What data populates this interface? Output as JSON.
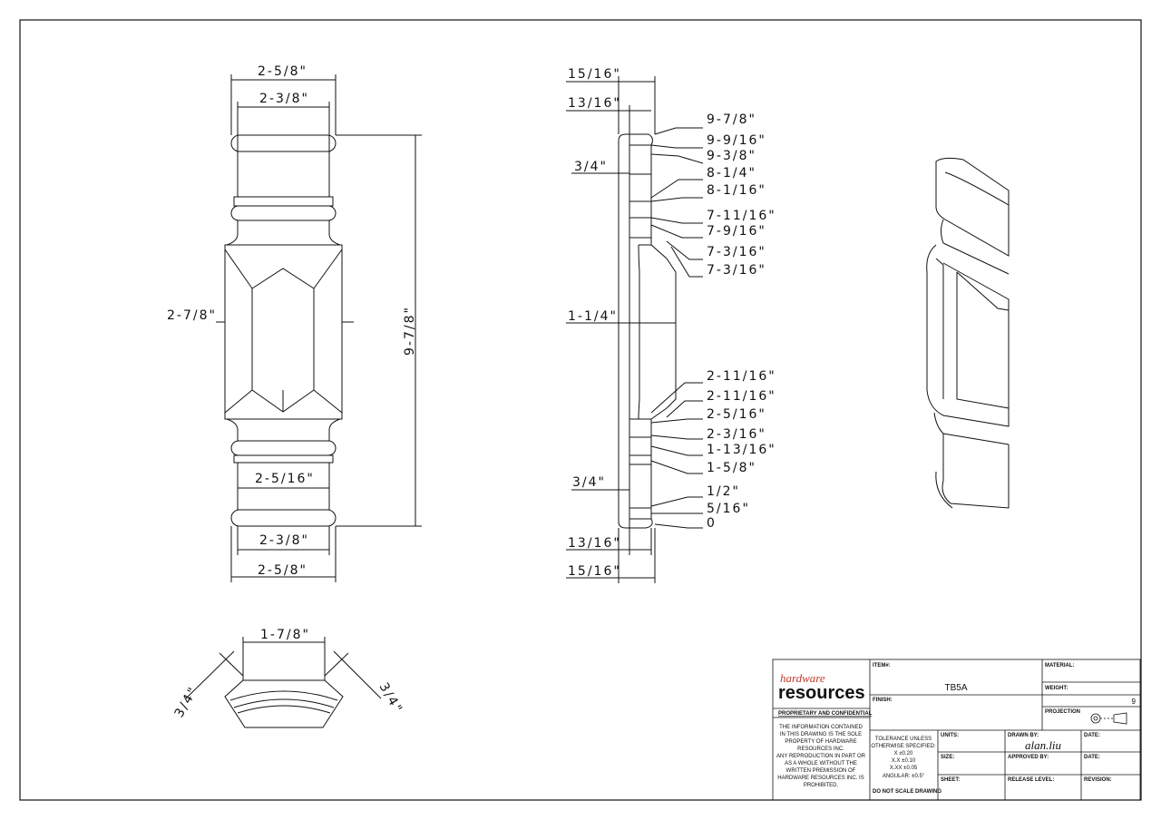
{
  "front_view": {
    "top_outer": "2-5/8\"",
    "top_inner": "2-3/8\"",
    "mid_width": "2-7/8\"",
    "height": "9-7/8\"",
    "lower_inner": "2-5/16\"",
    "bottom_inner": "2-3/8\"",
    "bottom_outer": "2-5/8\""
  },
  "side_view": {
    "top_a": "15/16\"",
    "top_b": "13/16\"",
    "upper_depth": "3/4\"",
    "mid_depth": "1-1/4\"",
    "lower_depth": "3/4\"",
    "bottom_b": "13/16\"",
    "bottom_a": "15/16\"",
    "levels": [
      "9-7/8\"",
      "9-9/16\"",
      "9-3/8\"",
      "8-1/4\"",
      "8-1/16\"",
      "7-11/16\"",
      "7-9/16\"",
      "7-3/16\"",
      "7-3/16\"",
      "2-11/16\"",
      "2-11/16\"",
      "2-5/16\"",
      "2-3/16\"",
      "1-13/16\"",
      "1-5/8\"",
      "1/2\"",
      "5/16\"",
      "0"
    ]
  },
  "top_view": {
    "width": "1-7/8\"",
    "left_depth": "3/4\"",
    "right_depth": "3/4\""
  },
  "title_block": {
    "logo_top": "hardware",
    "logo_bottom": "resources",
    "confidential_title": "PROPRIETARY AND CONFIDENTIAL",
    "confidential_lines": [
      "THE INFORMATION CONTAINED",
      "IN THIS DRAWING IS THE SOLE",
      "PROPERTY OF HARDWARE",
      "RESOURCES INC.",
      "ANY REPRODUCTION IN PART OR",
      "AS A WHOLE WITHOUT THE",
      "WRITTEN PREMISSION OF",
      "HARDWARE RESOURCES INC. IS",
      "PROHIBITED."
    ],
    "item_label": "ITEM#:",
    "item_value": "TB5A",
    "finish_label": "FINISH:",
    "material_label": "MATERIAL:",
    "weight_label": "WEIGHT:",
    "weight_value": "9",
    "projection_label": "PROJECTION",
    "tolerance_lines": [
      "TOLERANCE UNLESS",
      "OTHERWISE SPECIFIED:",
      "X      ±0.20",
      "X.X    ±0.10",
      "X.XX   ±0.05",
      "ANGULAR: ±0.5°"
    ],
    "no_scale": "DO NOT SCALE DRAWING",
    "units_label": "UNITS:",
    "size_label": "SIZE:",
    "sheet_label": "SHEET:",
    "drawn_by_label": "DRAWN BY:",
    "drawn_by_value": "alan.liu",
    "approved_by_label": "APPROVED BY:",
    "release_level_label": "RELEASE LEVEL:",
    "date_label_1": "DATE:",
    "date_label_2": "DATE:",
    "revision_label": "REVISION:"
  },
  "colors": {
    "line": "#111111",
    "paper": "#ffffff",
    "logo_red": "#c0392b"
  }
}
